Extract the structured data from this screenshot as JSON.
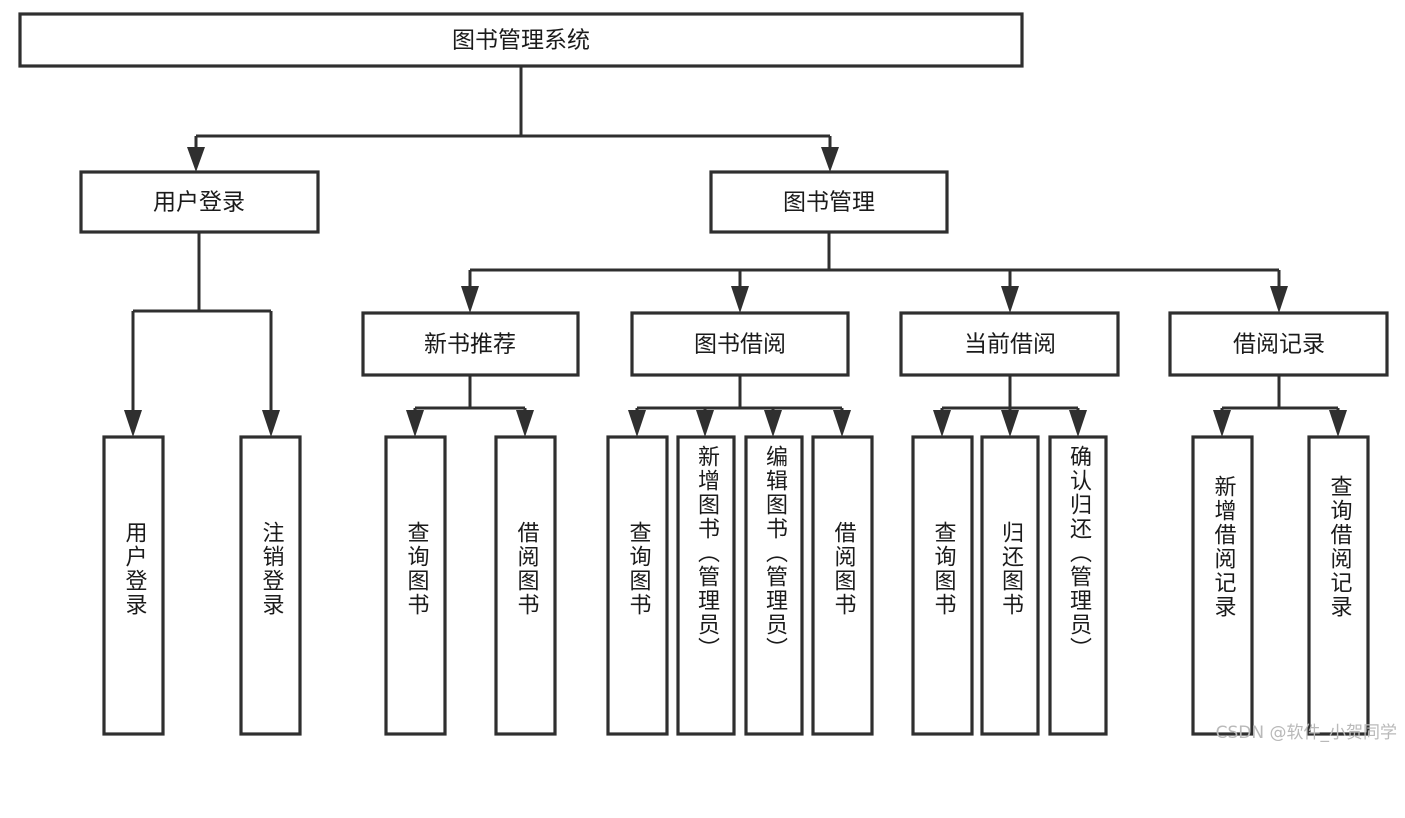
{
  "diagram": {
    "title_node": {
      "label": "图书管理系统"
    },
    "level2": [
      {
        "id": "user-login",
        "label": "用户登录"
      },
      {
        "id": "book-manage",
        "label": "图书管理"
      }
    ],
    "level3": [
      {
        "id": "new-book-recommend",
        "label": "新书推荐"
      },
      {
        "id": "book-borrow",
        "label": "图书借阅"
      },
      {
        "id": "current-borrow",
        "label": "当前借阅"
      },
      {
        "id": "borrow-record",
        "label": "借阅记录"
      }
    ],
    "leaves": [
      {
        "id": "leaf-user-login",
        "label": "用户登录",
        "parent": "用户登录"
      },
      {
        "id": "leaf-logout-login",
        "label": "注销登录",
        "parent": "用户登录"
      },
      {
        "id": "leaf-query-book-1",
        "label": "查询图书",
        "parent": "新书推荐"
      },
      {
        "id": "leaf-borrow-book-1",
        "label": "借阅图书",
        "parent": "新书推荐"
      },
      {
        "id": "leaf-query-book-2",
        "label": "查询图书",
        "parent": "图书借阅"
      },
      {
        "id": "leaf-add-book",
        "label": "新增图书（管理员）",
        "parent": "图书借阅"
      },
      {
        "id": "leaf-edit-book",
        "label": "编辑图书（管理员）",
        "parent": "图书借阅"
      },
      {
        "id": "leaf-borrow-book-2",
        "label": "借阅图书",
        "parent": "图书借阅"
      },
      {
        "id": "leaf-query-book-3",
        "label": "查询图书",
        "parent": "当前借阅"
      },
      {
        "id": "leaf-return-book",
        "label": "归还图书",
        "parent": "当前借阅"
      },
      {
        "id": "leaf-confirm-return",
        "label": "确认归还（管理员）",
        "parent": "当前借阅"
      },
      {
        "id": "leaf-add-record",
        "label": "新增借阅记录",
        "parent": "借阅记录"
      },
      {
        "id": "leaf-query-record",
        "label": "查询借阅记录",
        "parent": "借阅记录"
      }
    ],
    "watermark": "CSDN @软件_小贺同学",
    "colors": {
      "stroke": "#2f2f2f",
      "fill": "#ffffff",
      "text": "#1b1b1b",
      "watermark": "#b9b9b9"
    }
  }
}
